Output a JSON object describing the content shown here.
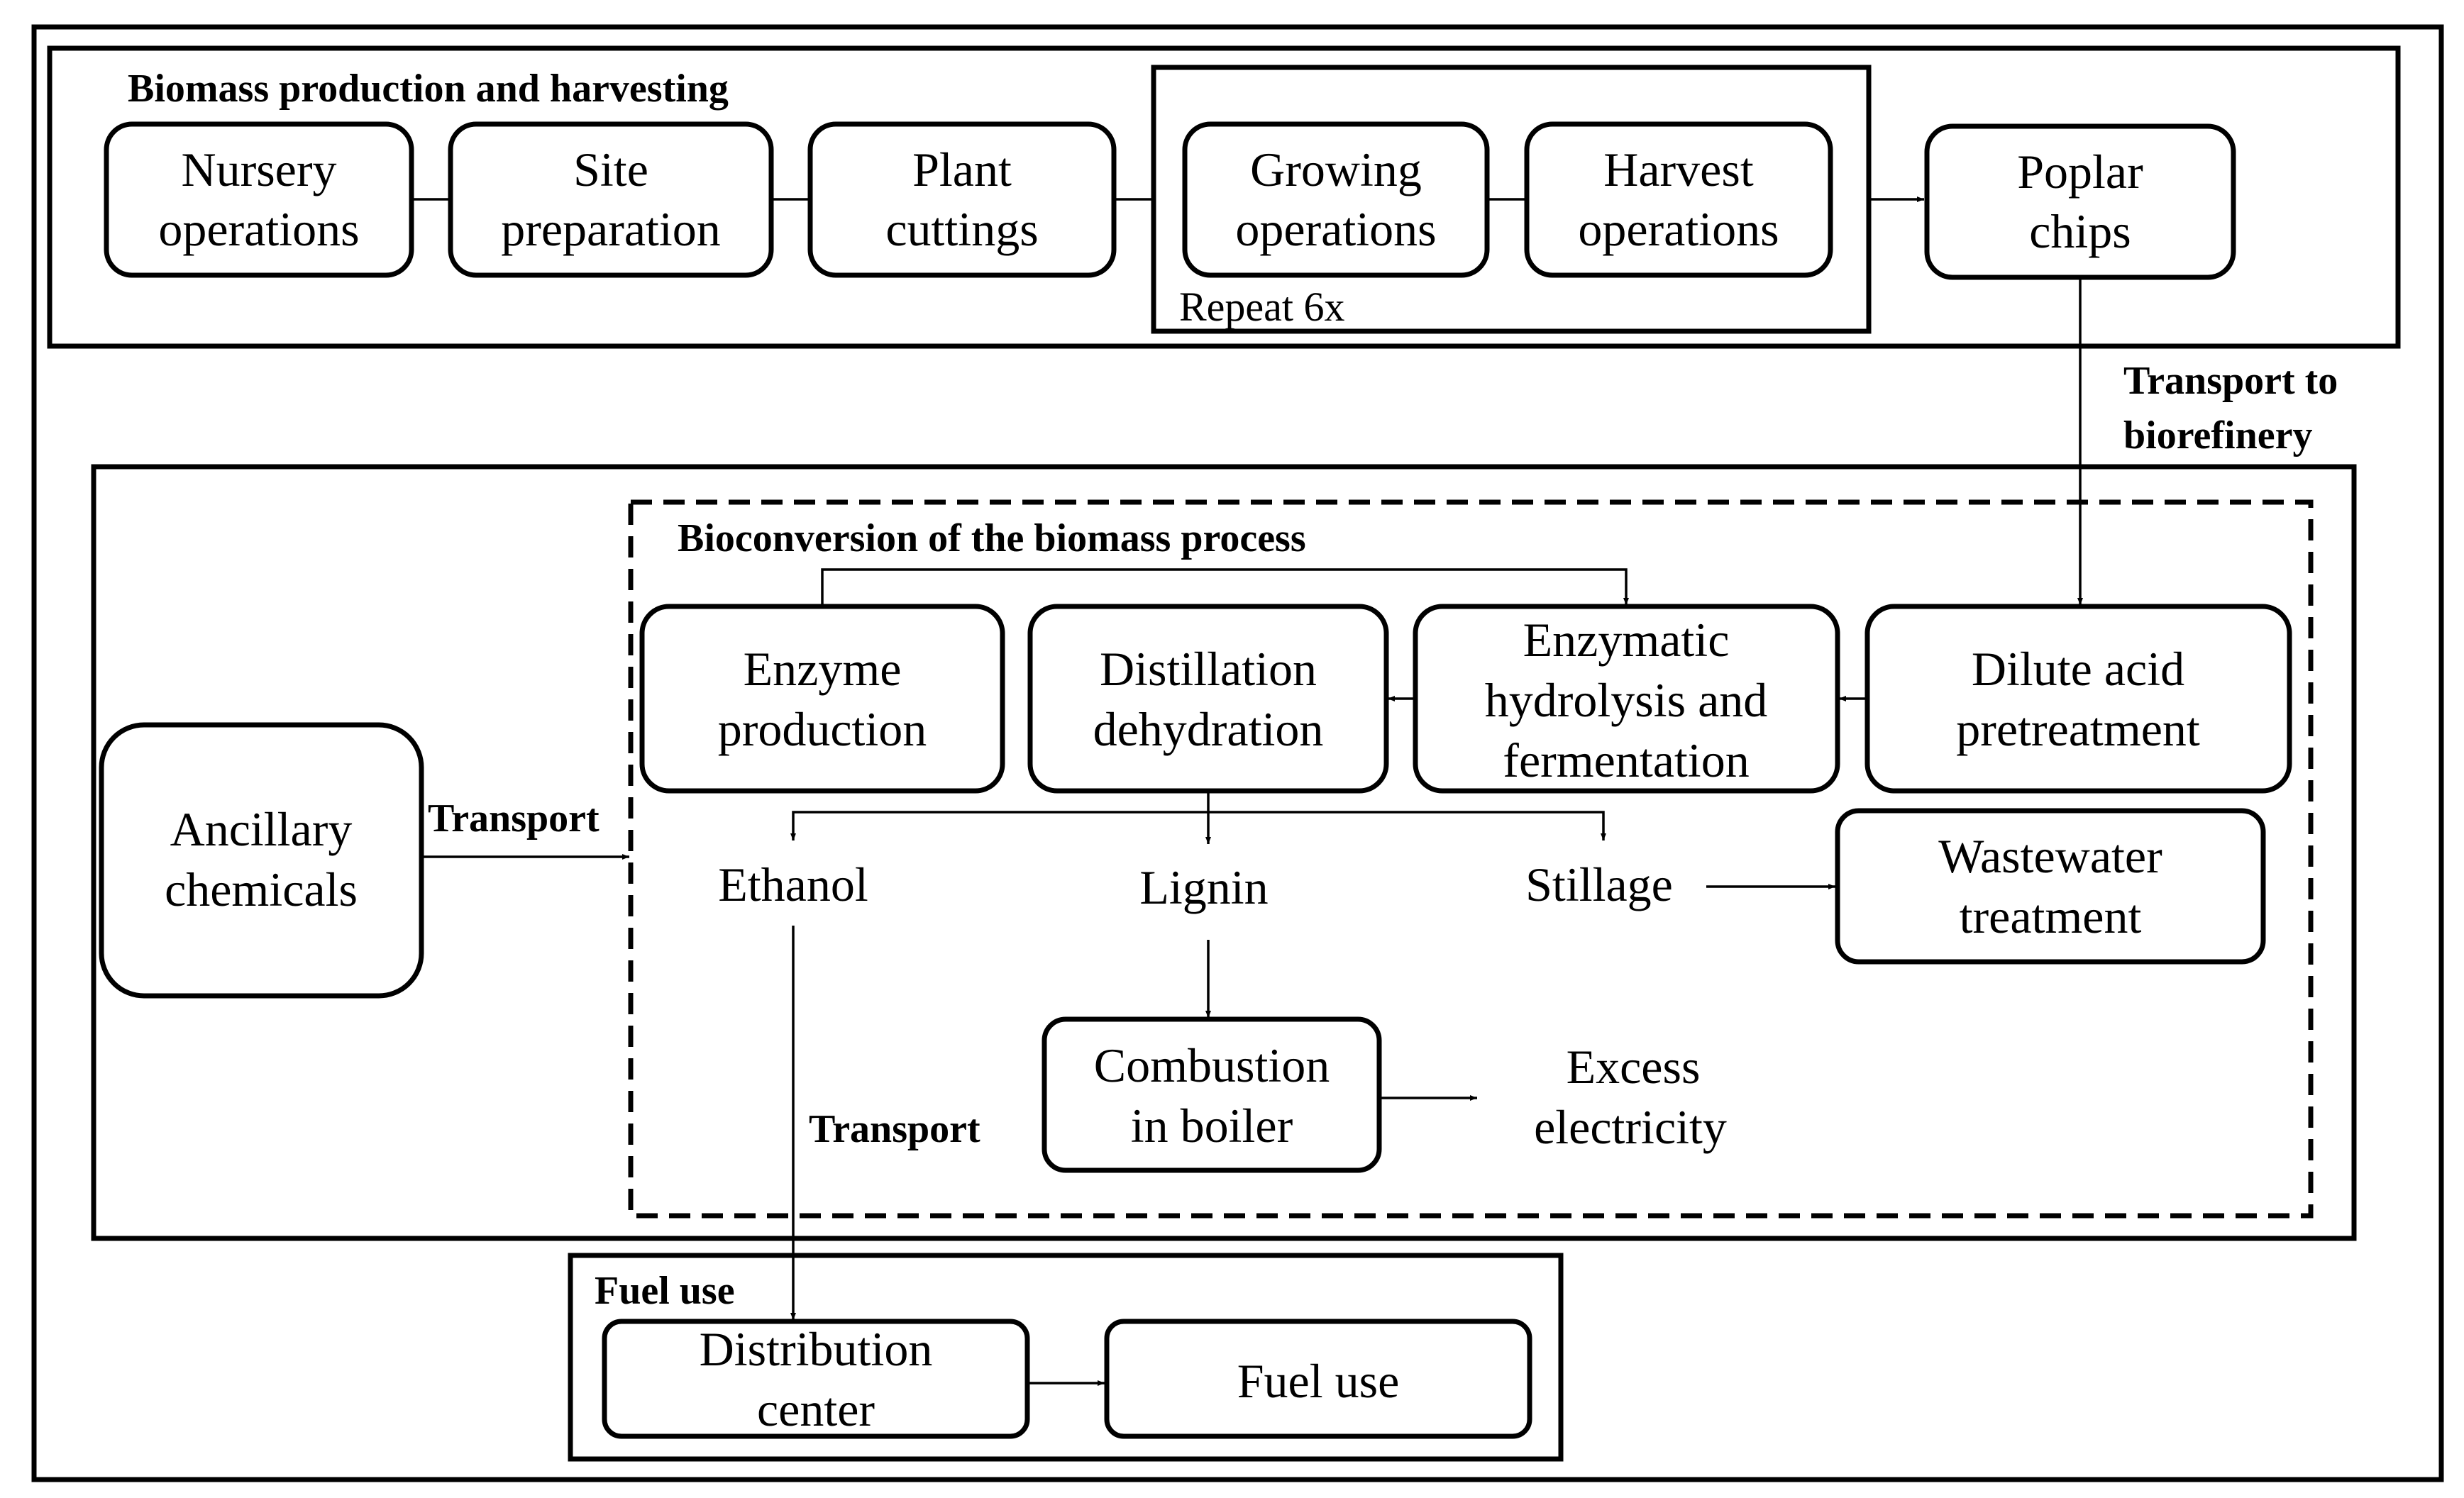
{
  "nodes": {
    "nursery": [
      "Nursery",
      "operations"
    ],
    "site": [
      "Site",
      "preparation"
    ],
    "plant": [
      "Plant",
      "cuttings"
    ],
    "growing": [
      "Growing",
      "operations"
    ],
    "harvest": [
      "Harvest",
      "operations"
    ],
    "poplar": [
      "Poplar",
      "chips"
    ],
    "enzyme": [
      "Enzyme",
      "production"
    ],
    "distill": [
      "Distillation",
      "dehydration"
    ],
    "hydro": [
      "Enzymatic",
      "hydrolysis and",
      "fermentation"
    ],
    "dilute": [
      "Dilute acid",
      "pretreatment"
    ],
    "ancillary": [
      "Ancillary",
      "chemicals"
    ],
    "wastewater": [
      "Wastewater",
      "treatment"
    ],
    "combustion": [
      "Combustion",
      "in boiler"
    ],
    "distribution": [
      "Distribution",
      "center"
    ],
    "fueluse": [
      "Fuel use"
    ]
  },
  "plain": {
    "ethanol": "Ethanol",
    "lignin": "Lignin",
    "stillage": "Stillage",
    "excess": [
      "Excess",
      "electricity"
    ]
  },
  "groups": {
    "biomass": "Biomass production and harvesting",
    "repeat": "Repeat 6x",
    "bioconversion": "Bioconversion of the biomass process",
    "fuel": "Fuel use"
  },
  "edge_labels": {
    "transport_bio": [
      "Transport to",
      "biorefinery"
    ],
    "transport_anc": "Transport",
    "transport_eth": "Transport"
  }
}
